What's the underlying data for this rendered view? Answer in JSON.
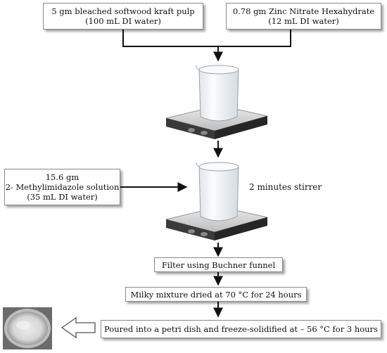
{
  "inputs": {
    "pulp": {
      "line1": "5 gm bleached softwood kraft pulp",
      "line2": "(100 mL DI water)"
    },
    "zinc": {
      "line1": "0.78 gm Zinc Nitrate Hexahydrate",
      "line2": "(12 mL DI water)"
    },
    "methyl": {
      "line1": "15.6 gm",
      "line2": "2- Methylimidazole solution",
      "line3": "(35 mL DI water)"
    }
  },
  "annotations": {
    "stir": "2 minutes stirrer"
  },
  "steps": {
    "filter": "Filter using Buchner funnel",
    "dry": "Milky mixture dried at 70 °C for 24 hours",
    "freeze": "Poured into a petri dish and freeze-solidified at – 56 °C for 3 hours"
  },
  "colors": {
    "line": "#111111",
    "box_border": "#8a8a8a",
    "glass": "#eef2f6",
    "plate_top": "#d9d9d9",
    "plate_base": "#2e2e2e"
  },
  "icons": [
    "beaker-on-stirrer-icon",
    "petri-dish-icon",
    "hollow-left-arrow-icon"
  ]
}
